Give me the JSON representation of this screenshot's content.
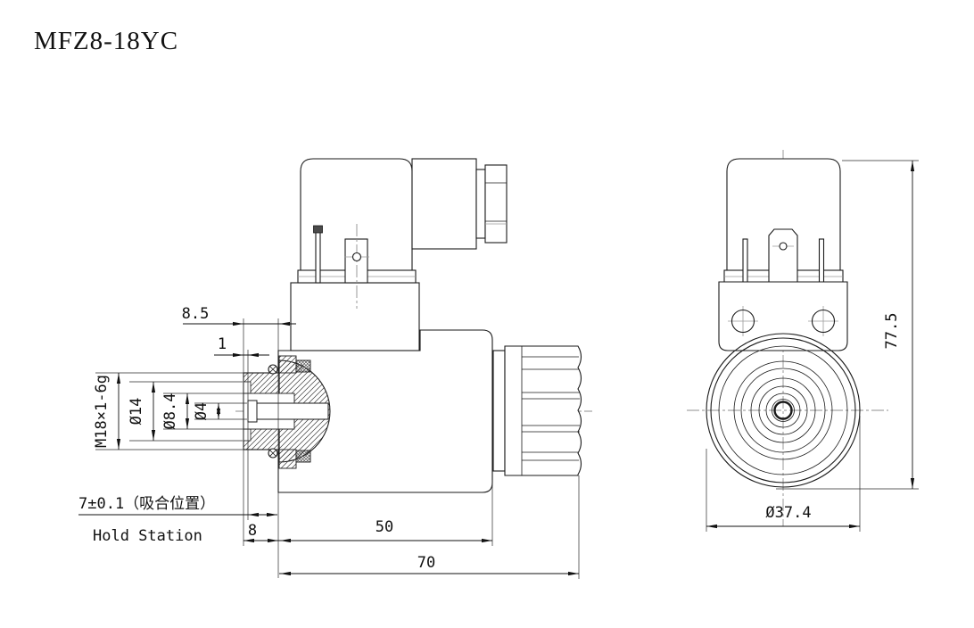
{
  "title": "MFZ8-18YC",
  "views": {
    "side_view": {
      "label": "side-sectional-view",
      "dimensions": {
        "offset_face": "8.5",
        "pin_recess": "1",
        "thread": "M18×1-6g",
        "bore_14": "Ø14",
        "bore_84": "Ø8.4",
        "pin_dia": "Ø4",
        "hold_cn": "7±0.1（吸合位置）",
        "hold_en": "Hold Station",
        "flange": "8",
        "coil_length": "50",
        "total_length": "70"
      }
    },
    "front_view": {
      "label": "front-view",
      "dimensions": {
        "total_height": "77.5",
        "coil_diameter": "Ø37.4"
      }
    }
  },
  "colors": {
    "line": "#1a1a1a",
    "centerline": "#8f8f8f",
    "background": "#ffffff",
    "hatch": "#3a3a3a"
  }
}
